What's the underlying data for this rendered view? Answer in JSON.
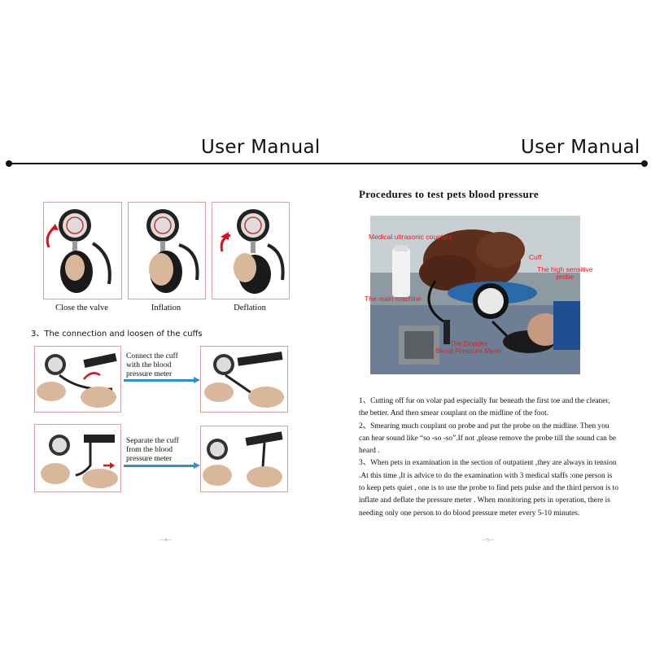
{
  "header": {
    "left_title": "User Manual",
    "right_title": "User Manual"
  },
  "left_page": {
    "captions": [
      "Close the valve",
      "Inflation",
      "Deflation"
    ],
    "section_heading": "3、The  connection and loosen of the cuffs",
    "step_connect": [
      "Connect  the  cuff",
      "with the blood",
      "pressure meter"
    ],
    "step_separate": [
      "Separate the cuff",
      "from  the blood",
      "pressure meter"
    ],
    "page_number": "—4—"
  },
  "right_page": {
    "title": "Procedures to test pets blood pressure",
    "photo_labels": {
      "medical_ultrasonic": "Medical ultrasonic couplant",
      "cuff": "Cuff",
      "probe": [
        "The high sensitive",
        "probe"
      ],
      "main_machine": "The main machine",
      "doppler": [
        "The Doppler",
        "Blood Pressure Meter"
      ]
    },
    "paragraphs": [
      "1、Cutting off fur on volar pad especially fur beneath the first toe and the cleaner, the better. And then smear couplant on the midline of the foot.",
      "2、Smearing much couplant on probe and put the probe on the midline. Then you can hear sound like “so -so -so”.If not ,please remove the probe till the sound can be heard .",
      "3、When pets in examination in the section of outpatient ,they are always in tension .At this time ,It is advice to do the examination with 3 medical staffs :one person is to keep pets quiet , one is to use the probe to find pets pulse and the third person is to inflate and deflate the pressure meter . When monitoring pets in operation, there is needing only one person to do blood pressure meter every 5-10 minutes."
    ],
    "page_number": "—5—"
  },
  "colors": {
    "accent_arrow": "#2f8fd0",
    "label_red": "#e02020",
    "photo_border": "#d8a0a0"
  }
}
